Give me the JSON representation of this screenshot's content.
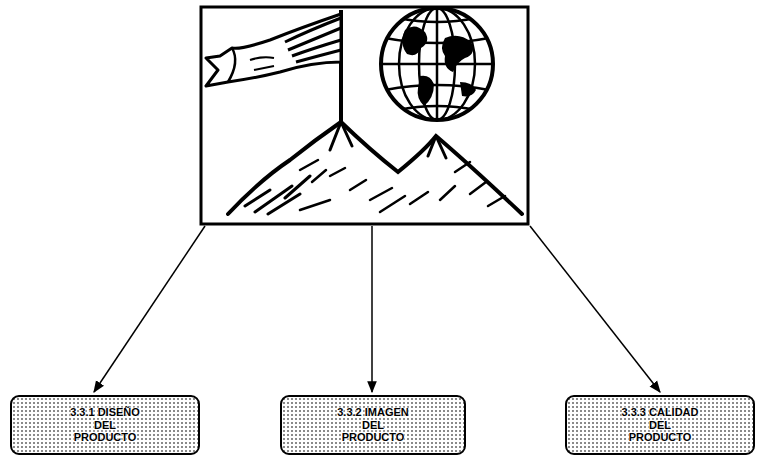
{
  "diagram": {
    "nodes": [
      {
        "text": [
          "3.3.1 DISEÑO DEL PRODUCTO"
        ]
      },
      {
        "text": [
          "3.3.2 IMAGEN DEL PRODUCTO"
        ]
      },
      {
        "text": [
          "3.3.3 CALIDAD DEL PRODUCTO"
        ]
      }
    ]
  }
}
